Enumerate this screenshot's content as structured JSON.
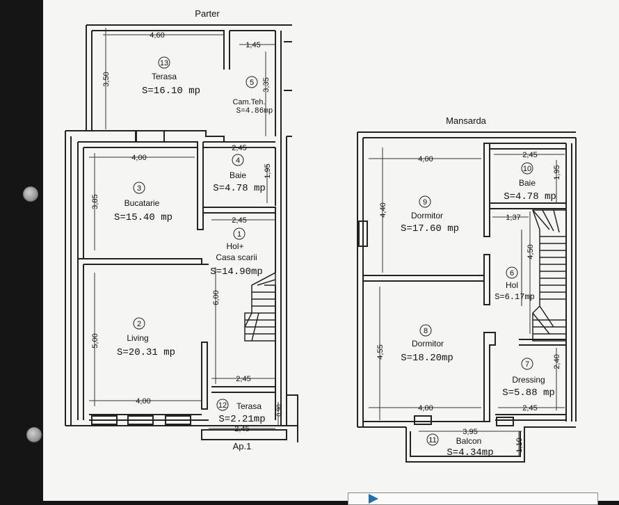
{
  "floors": {
    "parter": {
      "title": "Parter",
      "apartment": "Ap.1",
      "rooms": [
        {
          "num": "13",
          "name": "Terasa",
          "area": "S=16.10 mp"
        },
        {
          "num": "5",
          "name": "Cam.Teh.",
          "area": "S=4.86mp"
        },
        {
          "num": "4",
          "name": "Baie",
          "area": "S=4.78 mp"
        },
        {
          "num": "3",
          "name": "Bucatarie",
          "area": "S=15.40 mp"
        },
        {
          "num": "1",
          "name": "Hol+",
          "name2": "Casa scarii",
          "area": "S=14.90mp"
        },
        {
          "num": "2",
          "name": "Living",
          "area": "S=20.31 mp"
        },
        {
          "num": "12",
          "name": "Terasa",
          "area": "S=2.21mp"
        }
      ],
      "dimensions": [
        "4,60",
        "1,45",
        "3,50",
        "3,35",
        "2,45",
        "4,00",
        "1,95",
        "3,85",
        "2,45",
        "6,00",
        "5,00",
        "2,45",
        "4,00",
        "0,90",
        "2,45"
      ]
    },
    "mansarda": {
      "title": "Mansarda",
      "rooms": [
        {
          "num": "9",
          "name": "Dormitor",
          "area": "S=17.60 mp"
        },
        {
          "num": "10",
          "name": "Baie",
          "area": "S=4.78 mp"
        },
        {
          "num": "6",
          "name": "Hol",
          "area": "S=6.17mp"
        },
        {
          "num": "8",
          "name": "Dormitor",
          "area": "S=18.20mp"
        },
        {
          "num": "7",
          "name": "Dressing",
          "area": "S=5.88 mp"
        },
        {
          "num": "11",
          "name": "Balcon",
          "area": "S=4.34mp"
        }
      ],
      "dimensions": [
        "4,00",
        "2,45",
        "1,95",
        "4,40",
        "1,37",
        "4,50",
        "4,55",
        "2,40",
        "4,00",
        "2,45",
        "3,95",
        "1,10"
      ]
    }
  },
  "colors": {
    "line": "#222222",
    "paper": "#f5f5f3",
    "background": "#151515"
  }
}
